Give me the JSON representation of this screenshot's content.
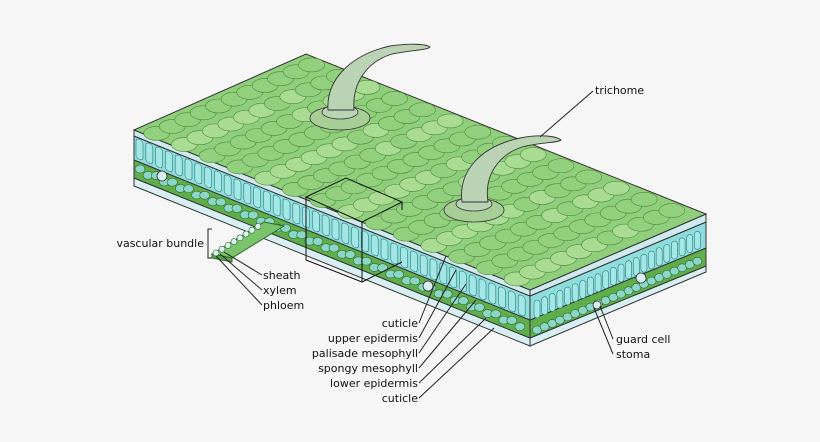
{
  "labels": {
    "trichome": "trichome",
    "vascular_bundle": "vascular bundle",
    "sheath": "sheath",
    "xylem": "xylem",
    "phloem": "phloem",
    "cuticle_top": "cuticle",
    "upper_epidermis": "upper epidermis",
    "palisade_mesophyll": "palisade mesophyll",
    "spongy_mesophyll": "spongy mesophyll",
    "lower_epidermis": "lower epidermis",
    "cuticle_bottom": "cuticle",
    "guard_cell": "guard cell",
    "stoma": "stoma"
  },
  "colors": {
    "background": "#f6f6f7",
    "leaf_surface": "#8fce7a",
    "leaf_surface_light": "#a9db93",
    "cell_outline": "#4f8a3e",
    "palisade": "#8fdede",
    "spongy": "#6cbf55",
    "trichome": "#b9d3b4",
    "cuticle": "#cfe9ee"
  }
}
